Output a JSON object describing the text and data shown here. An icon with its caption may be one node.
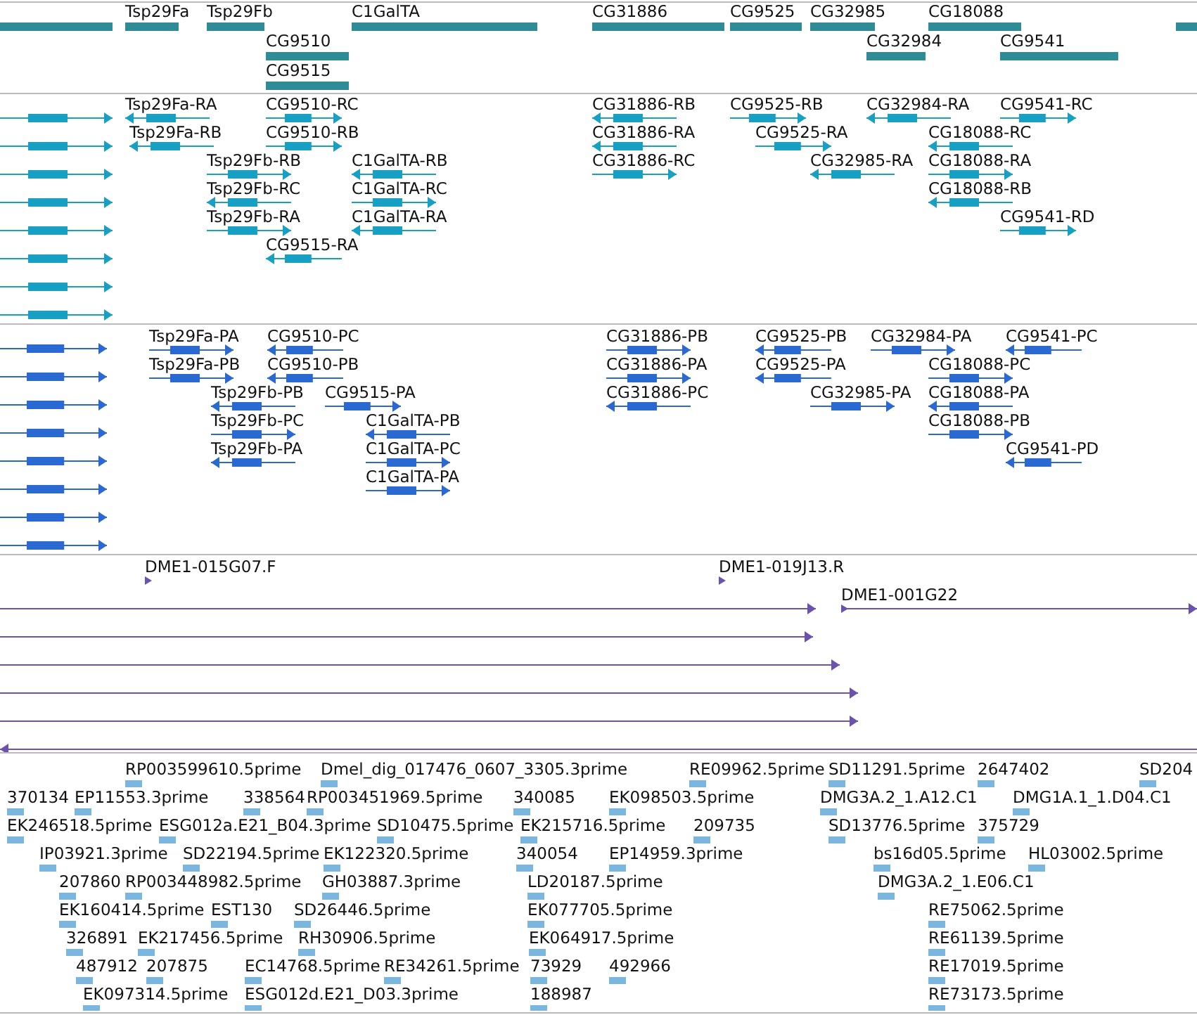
{
  "diagram": {
    "labels": [
      "Tsp29Fa",
      "Tsp29Fb",
      "C1GalTA",
      "CG31886",
      "CG9525",
      "CG32985",
      "CG18088",
      "CG9510",
      "CG32984",
      "CG9541",
      "CG9515",
      "Tsp29Fa-RA",
      "CG9510-RC",
      "CG31886-RB",
      "CG9525-RB",
      "CG32984-RA",
      "CG9541-RC",
      "Tsp29Fa-RB",
      "CG9510-RB",
      "CG31886-RA",
      "CG9525-RA",
      "CG18088-RC",
      "Tsp29Fb-RB",
      "C1GalTA-RB",
      "CG31886-RC",
      "CG32985-RA",
      "CG18088-RA",
      "Tsp29Fb-RC",
      "C1GalTA-RC",
      "CG18088-RB",
      "Tsp29Fb-RA",
      "C1GalTA-RA",
      "CG9541-RD",
      "CG9515-RA",
      "Tsp29Fa-PA",
      "CG9510-PC",
      "CG31886-PB",
      "CG9525-PB",
      "CG32984-PA",
      "CG9541-PC",
      "Tsp29Fa-PB",
      "CG9510-PB",
      "CG31886-PA",
      "CG9525-PA",
      "CG18088-PC",
      "Tsp29Fb-PB",
      "CG9515-PA",
      "CG31886-PC",
      "CG32985-PA",
      "CG18088-PA",
      "Tsp29Fb-PC",
      "C1GalTA-PB",
      "CG18088-PB",
      "Tsp29Fb-PA",
      "C1GalTA-PC",
      "CG9541-PD",
      "C1GalTA-PA",
      "DME1-015G07.F",
      "DME1-019J13.R",
      "DME1-001G22",
      "RP003599610.5prime",
      "Dmel_dig_017476_0607_3305.3prime",
      "RE09962.5prime",
      "SD11291.5prime",
      "2647402",
      "SD204",
      "370134",
      "EP11553.3prime",
      "338564",
      "RP003451969.5prime",
      "340085",
      "EK098503.5prime",
      "DMG3A.2_1.A12.C1",
      "DMG1A.1_1.D04.C1",
      "EK246518.5prime",
      "ESG012a.E21_B04.3prime",
      "SD10475.5prime",
      "EK215716.5prime",
      "209735",
      "SD13776.5prime",
      "375729",
      "IP03921.3prime",
      "SD22194.5prime",
      "EK122320.5prime",
      "340054",
      "EP14959.3prime",
      "bs16d05.5prime",
      "HL03002.5prime",
      "207860",
      "RP003448982.5prime",
      "GH03887.3prime",
      "LD20187.5prime",
      "DMG3A.2_1.E06.C1",
      "EK160414.5prime",
      "EST130",
      "SD26446.5prime",
      "EK077705.5prime",
      "RE75062.5prime",
      "326891",
      "EK217456.5prime",
      "RH30906.5prime",
      "EK064917.5prime",
      "RE61139.5prime",
      "487912",
      "207875",
      "EC14768.5prime",
      "RE34261.5prime",
      "73929",
      "492966",
      "RE17019.5prime",
      "EK097314.5prime",
      "ESG012d.E21_D03.3prime",
      "188987",
      "RE73173.5prime"
    ]
  }
}
